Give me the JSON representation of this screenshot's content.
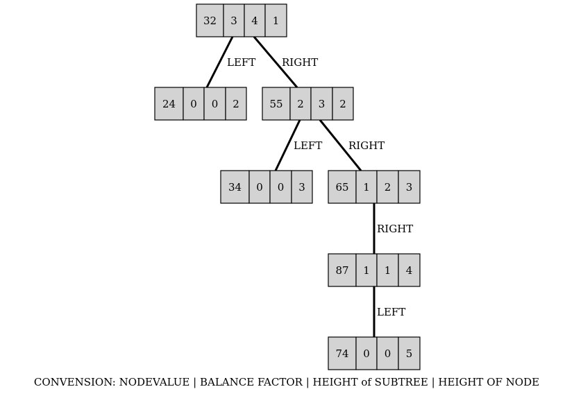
{
  "tree": {
    "nodes": [
      {
        "id": "n32",
        "cells": [
          "32",
          "3",
          "4",
          "1"
        ]
      },
      {
        "id": "n24",
        "cells": [
          "24",
          "0",
          "0",
          "2"
        ]
      },
      {
        "id": "n55",
        "cells": [
          "55",
          "2",
          "3",
          "2"
        ]
      },
      {
        "id": "n34",
        "cells": [
          "34",
          "0",
          "0",
          "3"
        ]
      },
      {
        "id": "n65",
        "cells": [
          "65",
          "1",
          "2",
          "3"
        ]
      },
      {
        "id": "n87",
        "cells": [
          "87",
          "1",
          "1",
          "4"
        ]
      },
      {
        "id": "n74",
        "cells": [
          "74",
          "0",
          "0",
          "5"
        ]
      }
    ],
    "edges": [
      {
        "from": "n32",
        "to": "n24",
        "label": "LEFT"
      },
      {
        "from": "n32",
        "to": "n55",
        "label": "RIGHT"
      },
      {
        "from": "n55",
        "to": "n34",
        "label": "LEFT"
      },
      {
        "from": "n55",
        "to": "n65",
        "label": "RIGHT"
      },
      {
        "from": "n65",
        "to": "n87",
        "label": "RIGHT"
      },
      {
        "from": "n87",
        "to": "n74",
        "label": "LEFT"
      }
    ]
  },
  "caption": "CONVENSION: NODEVALUE | BALANCE FACTOR | HEIGHT of SUBTREE | HEIGHT OF NODE"
}
